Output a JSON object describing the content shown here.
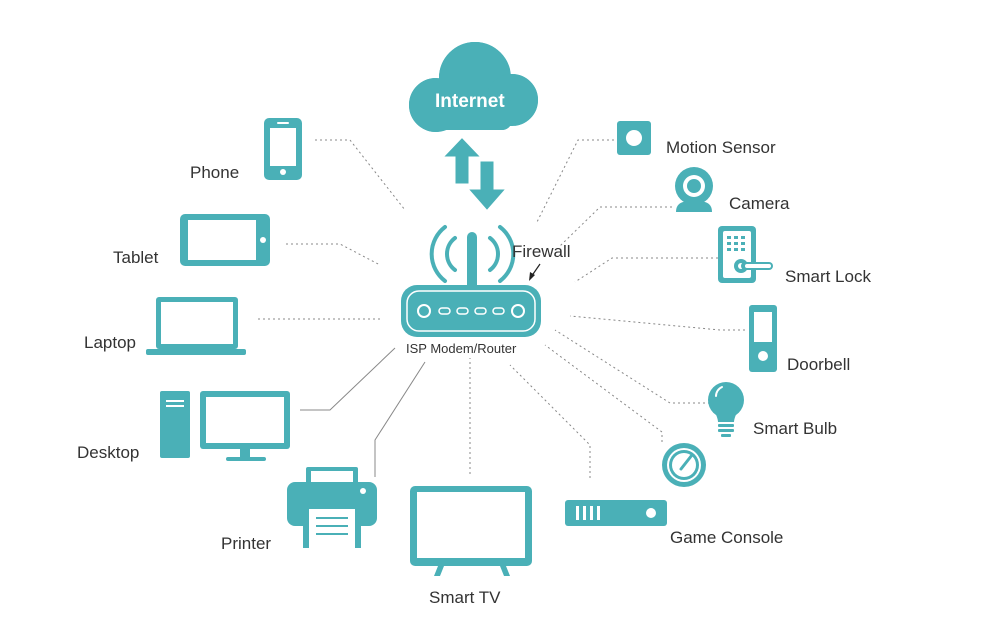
{
  "colors": {
    "teal": "#4ab0b7",
    "line": "#888888",
    "text": "#333333"
  },
  "internet": {
    "label": "Internet",
    "icon": "cloud-icon"
  },
  "router": {
    "label": "ISP Modem/Router",
    "icon": "router-icon"
  },
  "firewall": {
    "label": "Firewall"
  },
  "devices": {
    "phone": {
      "label": "Phone",
      "icon": "phone-icon"
    },
    "tablet": {
      "label": "Tablet",
      "icon": "tablet-icon"
    },
    "laptop": {
      "label": "Laptop",
      "icon": "laptop-icon"
    },
    "desktop": {
      "label": "Desktop",
      "icon": "desktop-icon"
    },
    "printer": {
      "label": "Printer",
      "icon": "printer-icon"
    },
    "smart_tv": {
      "label": "Smart TV",
      "icon": "tv-icon"
    },
    "game_console": {
      "label": "Game Console",
      "icon": "game-console-icon"
    },
    "smart_bulb": {
      "label": "Smart Bulb",
      "icon": "lightbulb-icon"
    },
    "doorbell": {
      "label": "Doorbell",
      "icon": "doorbell-icon"
    },
    "smart_lock": {
      "label": "Smart Lock",
      "icon": "lock-icon"
    },
    "camera": {
      "label": "Camera",
      "icon": "camera-icon"
    },
    "motion_sensor": {
      "label": "Motion Sensor",
      "icon": "motion-sensor-icon"
    }
  }
}
